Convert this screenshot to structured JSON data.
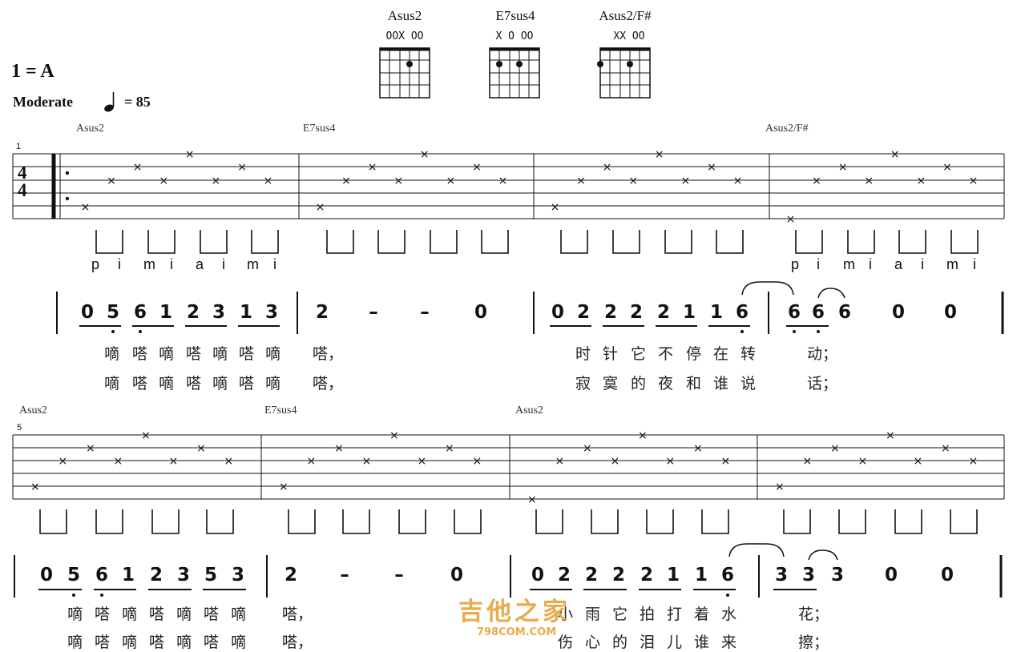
{
  "header": {
    "key": "1 = A",
    "tempo_text": "Moderate",
    "tempo_value": "= 85"
  },
  "chord_diagrams": [
    {
      "name": "Asus2",
      "opens": "OOX OO"
    },
    {
      "name": "E7sus4",
      "opens": "X O OO"
    },
    {
      "name": "Asus2/F#",
      "opens": "XX OO"
    }
  ],
  "system1": {
    "measure_number": "1",
    "time_signature": [
      "4",
      "4"
    ],
    "chords": [
      "Asus2",
      "E7sus4",
      "Asus2/F#"
    ],
    "pimi_left": [
      "p",
      "i",
      "m",
      "i",
      "a",
      "i",
      "m",
      "i"
    ],
    "pimi_right": [
      "p",
      "i",
      "m",
      "i",
      "a",
      "i",
      "m",
      "i"
    ],
    "notes": [
      [
        "0",
        "5",
        "6",
        "1",
        "2",
        "3",
        "1",
        "3"
      ],
      [
        "2",
        "–",
        "–",
        "0"
      ],
      [
        "0",
        "2",
        "2",
        "2",
        "2",
        "1",
        "1",
        "6"
      ],
      [
        "6",
        "6",
        "6",
        "0",
        "0"
      ]
    ],
    "lyrics1": {
      "a": [
        "嘀",
        "嗒",
        "嘀",
        "嗒",
        "嘀",
        "嗒",
        "嘀"
      ],
      "a_end": "嗒，",
      "b": [
        "时",
        "针",
        "它",
        "不",
        "停",
        "在",
        "转"
      ],
      "b_end": "动；"
    },
    "lyrics2": {
      "a": [
        "嘀",
        "嗒",
        "嘀",
        "嗒",
        "嘀",
        "嗒",
        "嘀"
      ],
      "a_end": "嗒，",
      "b": [
        "寂",
        "寞",
        "的",
        "夜",
        "和",
        "谁",
        "说"
      ],
      "b_end": "话；"
    }
  },
  "system2": {
    "measure_number": "5",
    "chords": [
      "Asus2",
      "E7sus4",
      "Asus2"
    ],
    "notes": [
      [
        "0",
        "5",
        "6",
        "1",
        "2",
        "3",
        "5",
        "3"
      ],
      [
        "2",
        "–",
        "–",
        "0"
      ],
      [
        "0",
        "2",
        "2",
        "2",
        "2",
        "1",
        "1",
        "6"
      ],
      [
        "3",
        "3",
        "3",
        "0",
        "0"
      ]
    ],
    "lyrics1": {
      "a": [
        "嘀",
        "嗒",
        "嘀",
        "嗒",
        "嘀",
        "嗒",
        "嘀"
      ],
      "a_end": "嗒，",
      "b": [
        "小",
        "雨",
        "它",
        "拍",
        "打",
        "着",
        "水"
      ],
      "b_end": "花；"
    },
    "lyrics2": {
      "a": [
        "嘀",
        "嗒",
        "嘀",
        "嗒",
        "嘀",
        "嗒",
        "嘀"
      ],
      "a_end": "嗒，",
      "b": [
        "伤",
        "心",
        "的",
        "泪",
        "儿",
        "谁",
        "来"
      ],
      "b_end": "擦；"
    }
  },
  "watermark": {
    "brand": "吉他之家",
    "url": "798COM.COM"
  }
}
